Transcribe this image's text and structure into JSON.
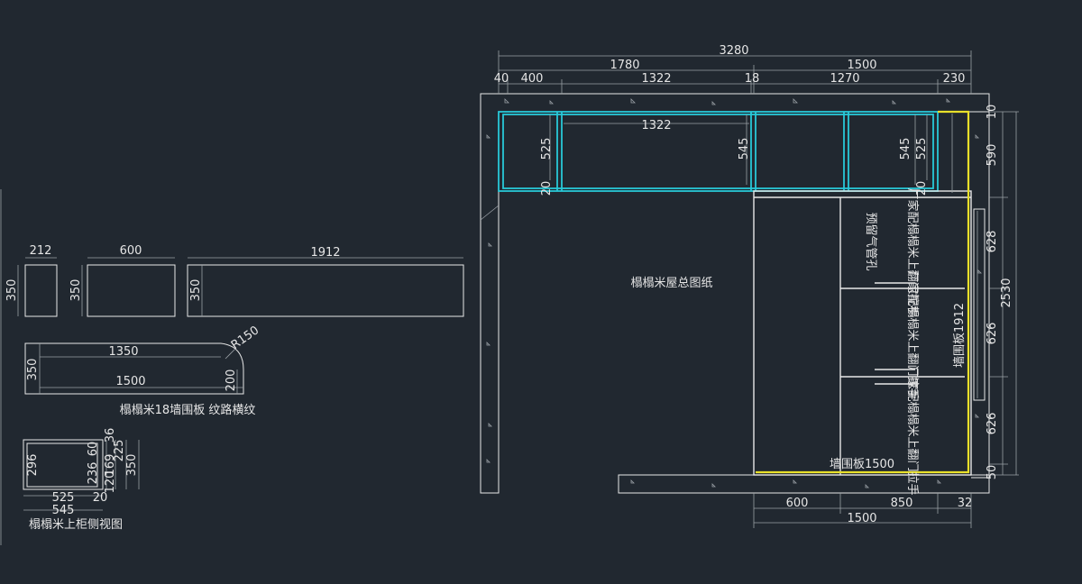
{
  "palette": {
    "background": "#212830",
    "lines": "#e8e8e8",
    "upper_cabinet": "#28c8d8",
    "wall_panel": "#e8e02a"
  },
  "plan": {
    "title": "榻榻米屋总图纸",
    "dims_top": {
      "total": "3280",
      "left": "1780",
      "right": "1500",
      "d40": "40",
      "d400": "400",
      "d1322": "1322",
      "d18": "18",
      "d1270": "1270",
      "d230": "230"
    },
    "dims_right": {
      "d10": "10",
      "d590": "590",
      "d628": "628",
      "d2530": "2530",
      "d626a": "626",
      "d626b": "626",
      "d50": "50"
    },
    "dims_bottom": {
      "d600": "600",
      "d850": "850",
      "d32": "32",
      "d1500": "1500"
    },
    "upper_cabinet": {
      "inner_width": "1322",
      "h525a": "525",
      "h545a": "545",
      "h545b": "545",
      "h525b": "525",
      "h20a": "20",
      "h20b": "20"
    },
    "labels": {
      "wall_panel_right": "墙围板1912",
      "wall_panel_bottom": "墙围板1500"
    },
    "tall_cabinet_notes": [
      "厂家配榻榻米上翻门拉手",
      "厂家配榻榻米上翻门拉手",
      "厂家配榻榻米上翻门拉手"
    ],
    "rotated_note": "预留气管孔"
  },
  "panels": {
    "p212": {
      "width": "212",
      "height": "350"
    },
    "p600": {
      "width": "600",
      "height": "350"
    },
    "p1912": {
      "width": "1912",
      "height": "350"
    },
    "p1500": {
      "inner": "1350",
      "width": "1500",
      "radius": "R150",
      "h350": "350",
      "h200": "200"
    },
    "caption": "榻榻米18墙围板 纹路横纹"
  },
  "side_view": {
    "h296": "296",
    "h236": "236",
    "h60": "60",
    "h36": "36",
    "h225": "225",
    "h169": "169",
    "h120": "120",
    "h350": "350",
    "w525": "525",
    "w20": "20",
    "w545": "545",
    "caption": "榻榻米上柜侧视图"
  }
}
